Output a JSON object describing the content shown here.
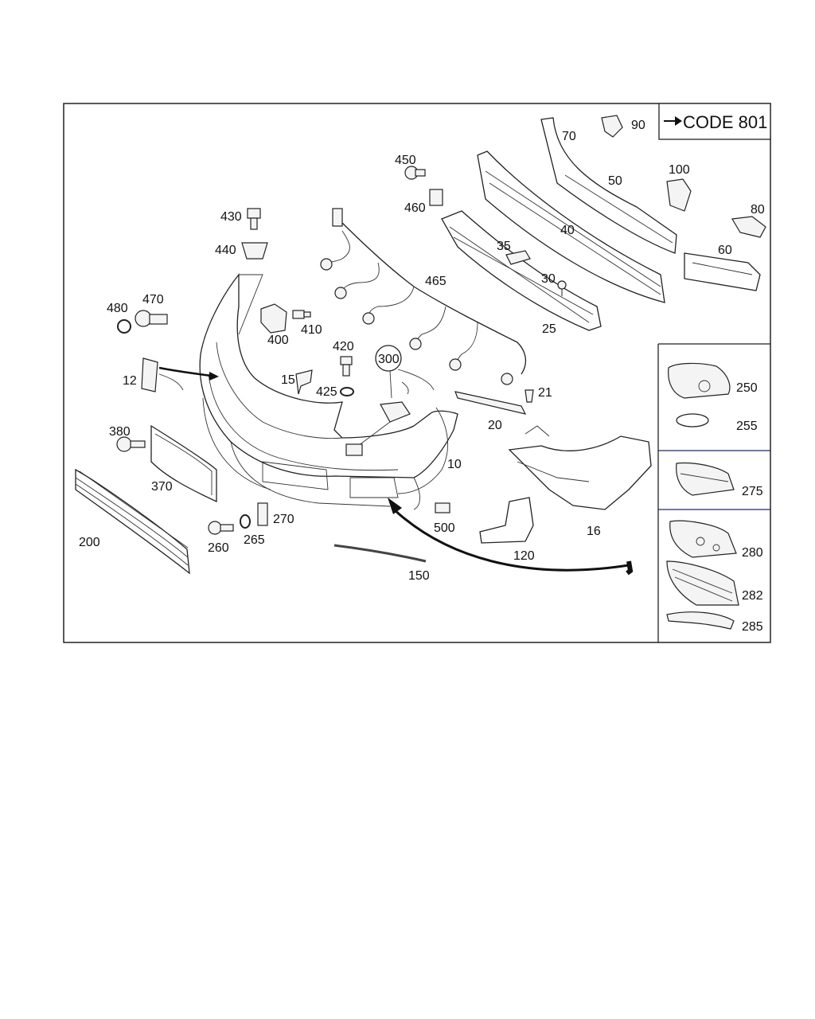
{
  "code_box": {
    "text": "CODE 801",
    "arrow_icon": "arrow-right-icon"
  },
  "labels": {
    "l10": "10",
    "l12": "12",
    "l15": "15",
    "l16": "16",
    "l20": "20",
    "l21": "21",
    "l25": "25",
    "l30": "30",
    "l35": "35",
    "l40": "40",
    "l50": "50",
    "l60": "60",
    "l70": "70",
    "l80": "80",
    "l90": "90",
    "l100": "100",
    "l120": "120",
    "l150": "150",
    "l200": "200",
    "l250": "250",
    "l255": "255",
    "l260": "260",
    "l265": "265",
    "l270": "270",
    "l275": "275",
    "l280": "280",
    "l282": "282",
    "l285": "285",
    "l300": "300",
    "l370": "370",
    "l380": "380",
    "l400": "400",
    "l410": "410",
    "l420": "420",
    "l425": "425",
    "l430": "430",
    "l440": "440",
    "l450": "450",
    "l460": "460",
    "l465": "465",
    "l470": "470",
    "l480": "480",
    "l500": "500"
  }
}
